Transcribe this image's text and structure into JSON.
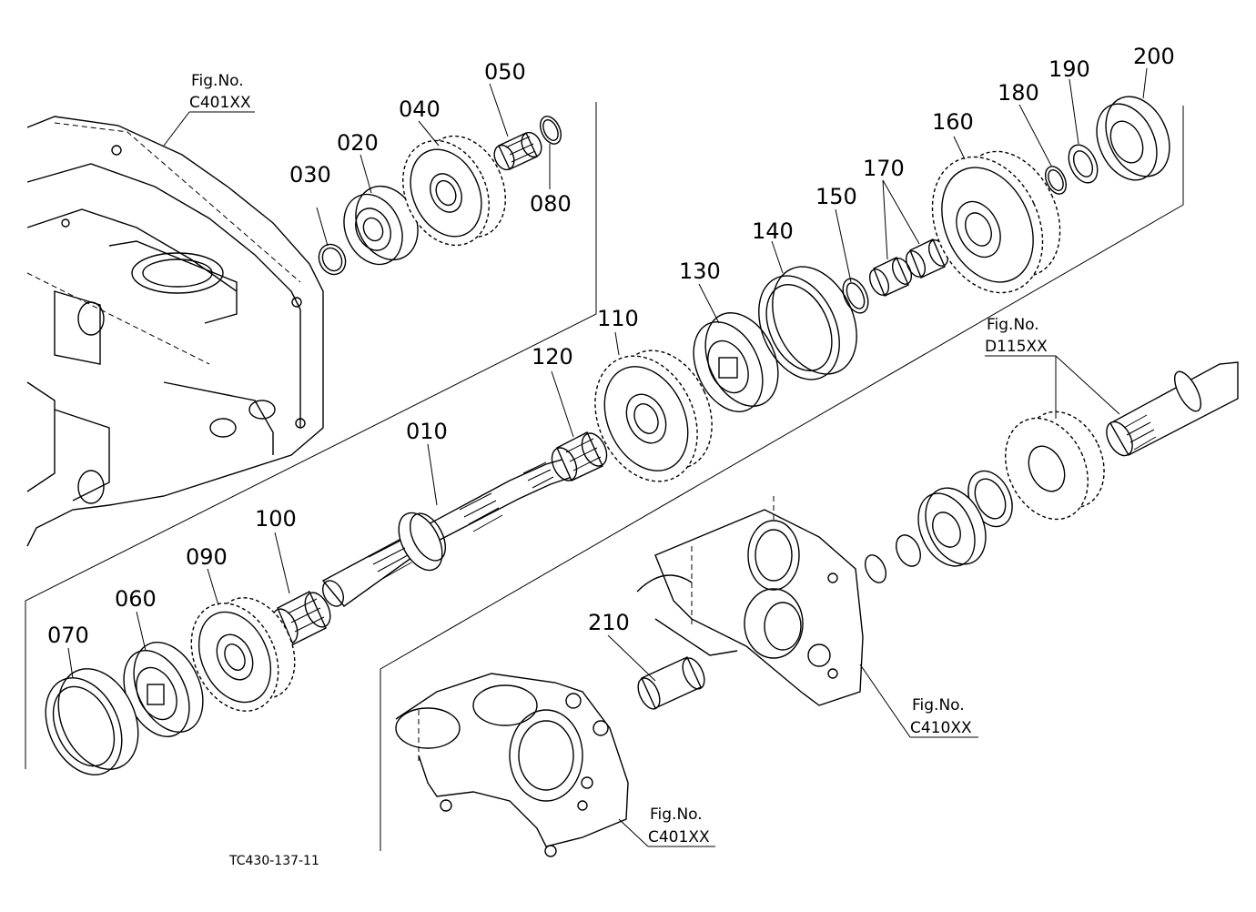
{
  "diagram": {
    "drawing_code": "TC430-137-11",
    "part_labels": {
      "p010": "010",
      "p020": "020",
      "p030": "030",
      "p040": "040",
      "p050": "050",
      "p060": "060",
      "p070": "070",
      "p080": "080",
      "p090": "090",
      "p100": "100",
      "p110": "110",
      "p120": "120",
      "p130": "130",
      "p140": "140",
      "p150": "150",
      "p160": "160",
      "p170": "170",
      "p180": "180",
      "p190": "190",
      "p200": "200",
      "p210": "210"
    },
    "figure_refs": {
      "top_left": {
        "caption": "Fig.No.",
        "code": "C401XX"
      },
      "right_mid": {
        "caption": "Fig.No.",
        "code": "D115XX"
      },
      "bottom_right": {
        "caption": "Fig.No.",
        "code": "C410XX"
      },
      "bottom_mid": {
        "caption": "Fig.No.",
        "code": "C401XX"
      }
    }
  }
}
